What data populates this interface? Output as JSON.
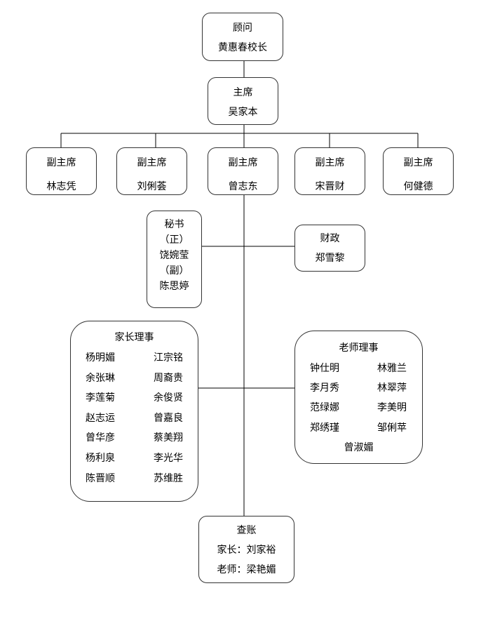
{
  "adviser": {
    "title": "顾问",
    "name": "黄惠春校长"
  },
  "chairman": {
    "title": "主席",
    "name": "吴家本"
  },
  "vice_chairmen": [
    {
      "title": "副主席",
      "name": "林志凭"
    },
    {
      "title": "副主席",
      "name": "刘俐荟"
    },
    {
      "title": "副主席",
      "name": "曾志东"
    },
    {
      "title": "副主席",
      "name": "宋晋财"
    },
    {
      "title": "副主席",
      "name": "何健德"
    }
  ],
  "secretary": {
    "title": "秘书",
    "main_label": "（正）",
    "main_name": "饶婉莹",
    "deputy_label": "（副）",
    "deputy_name": "陈思婷"
  },
  "finance": {
    "title": "财政",
    "name": "郑雪黎"
  },
  "parent_directors": {
    "title": "家长理事",
    "members": [
      "杨明媚",
      "江宗铭",
      "余张琳",
      "周裔贵",
      "李莲菊",
      "余俊贤",
      "赵志运",
      "曾嘉良",
      "曾华彦",
      "蔡美翔",
      "杨利泉",
      "李光华",
      "陈晋顺",
      "苏维胜"
    ]
  },
  "teacher_directors": {
    "title": "老师理事",
    "members": [
      "钟仕明",
      "林雅兰",
      "李月秀",
      "林翠萍",
      "范绿娜",
      "李美明",
      "郑绣瑾",
      "邹俐苹",
      "曾淑媚"
    ]
  },
  "auditors": {
    "title": "查账",
    "parent": "家长：刘家裕",
    "teacher": "老师：梁艳媚"
  },
  "colors": {
    "border": "#333333",
    "line": "#000000",
    "background": "#ffffff"
  }
}
